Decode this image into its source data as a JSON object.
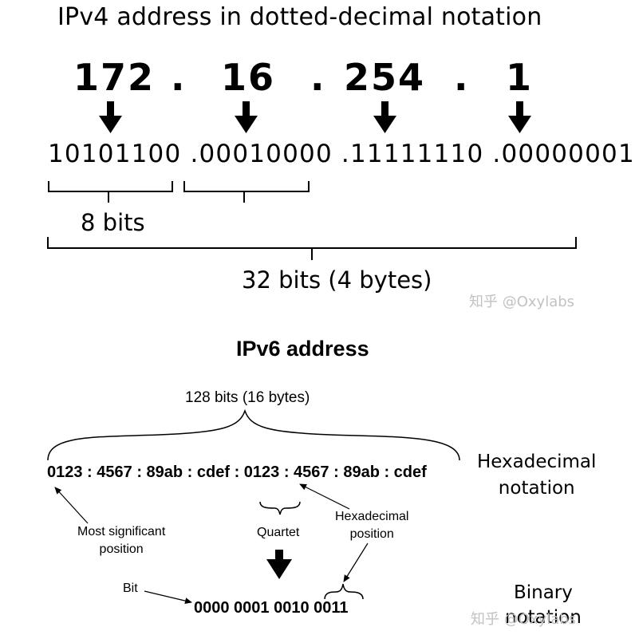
{
  "ipv4": {
    "title": "IPv4 address in dotted-decimal notation",
    "octets": [
      "172",
      "16",
      "254",
      "1"
    ],
    "dot": ".",
    "binary": "10101100 .00010000 .11111110 .00000001",
    "bits_label": "8 bits",
    "total_label": "32 bits (4 bytes)"
  },
  "watermark": "知乎 @Oxylabs",
  "ipv6": {
    "title": "IPv6 address",
    "bits_label": "128 bits (16 bytes)",
    "hex": "0123  : 4567 : 89ab : cdef : 0123  : 4567 : 89ab : cdef",
    "hex_notation": [
      "Hexadecimal",
      "notation"
    ],
    "most_significant": [
      "Most significant",
      "position"
    ],
    "quartet": "Quartet",
    "hex_position": [
      "Hexadecimal",
      "position"
    ],
    "bit": "Bit",
    "binary": "0000 0001 0010 0011",
    "binary_notation": [
      "Binary",
      "notation"
    ]
  }
}
